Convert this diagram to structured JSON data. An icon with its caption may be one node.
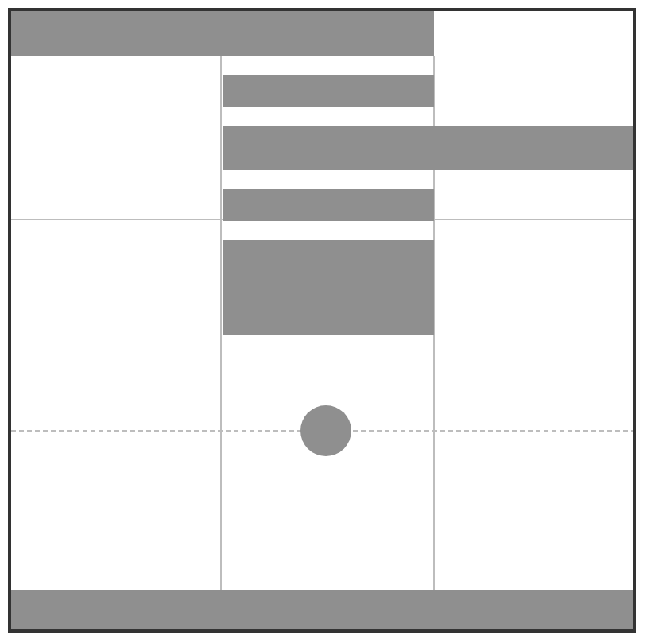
{
  "diagram": {
    "nodes": [
      {
        "text": [],
        "shape": "bar"
      },
      {
        "text": [],
        "shape": "bar"
      },
      {
        "text": [],
        "shape": "bar"
      },
      {
        "text": [],
        "shape": "bar"
      },
      {
        "text": [],
        "shape": "box"
      },
      {
        "text": [],
        "shape": "circle"
      },
      {
        "text": [],
        "shape": "bar"
      }
    ]
  }
}
